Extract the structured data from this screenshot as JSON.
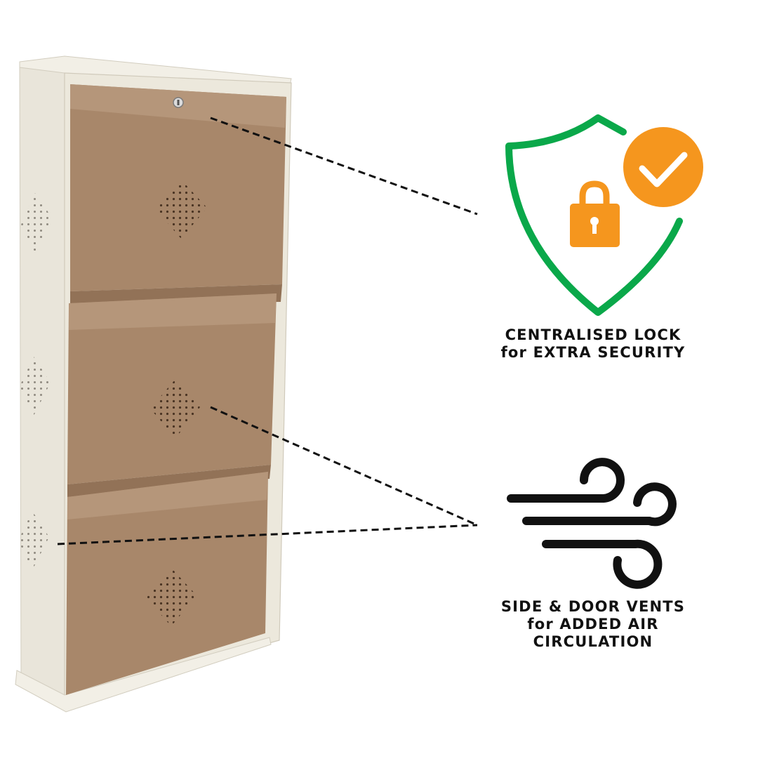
{
  "features": [
    {
      "icon": "shield-lock-check-icon",
      "title_line1": "CENTRALISED LOCK",
      "title_line2": "for EXTRA SECURITY"
    },
    {
      "icon": "wind-icon",
      "title_line1": "SIDE & DOOR VENTS",
      "title_line2": "for ADDED AIR",
      "title_line3": "CIRCULATION"
    }
  ],
  "colors": {
    "shield": "#0aa84a",
    "accent": "#f5961e",
    "door": "#a8876a",
    "frame": "#ece8dc",
    "icon_dark": "#111111"
  }
}
